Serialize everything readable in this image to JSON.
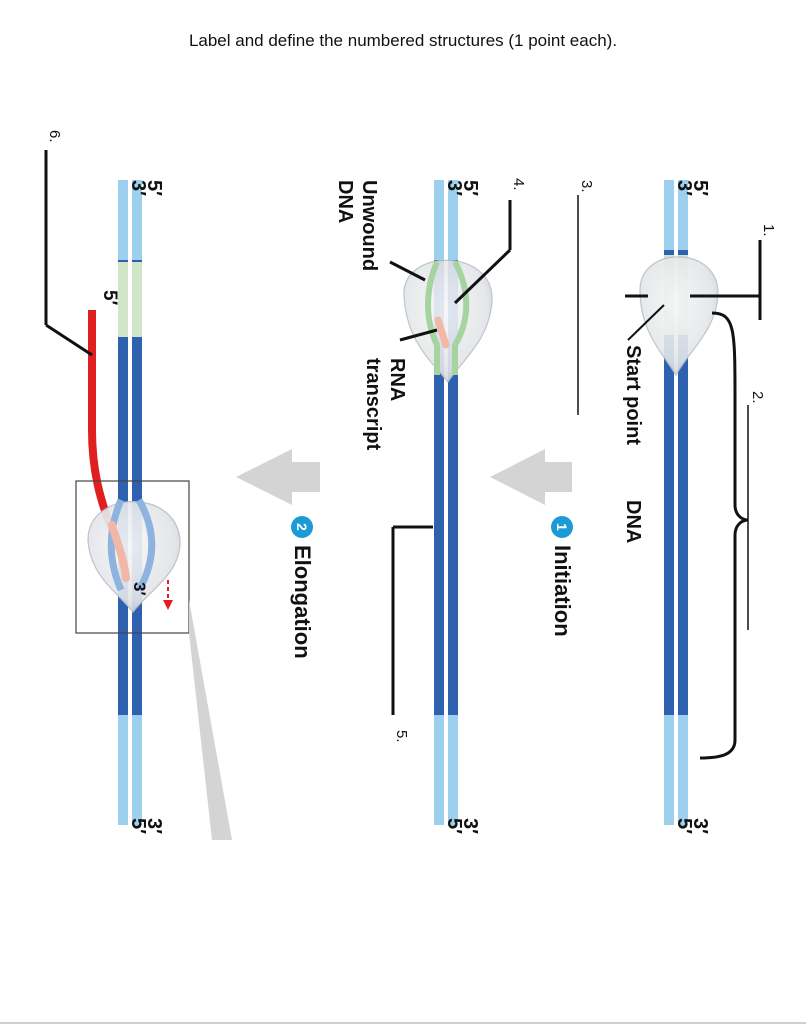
{
  "title": "Label and define the numbered structures  (1 point each).",
  "numbers": [
    "1.",
    "2.",
    "3.",
    "4.",
    "5.",
    "6."
  ],
  "strand_ends": {
    "five": "5′",
    "three": "3′"
  },
  "labels": {
    "start_point": "Start point",
    "dna": "DNA",
    "unwound_line1": "Unwound",
    "unwound_line2": "DNA",
    "rna_line1": "RNA",
    "rna_line2": "transcript"
  },
  "steps": [
    {
      "number": "1",
      "label": "Initiation"
    },
    {
      "number": "2",
      "label": "Elongation"
    }
  ],
  "colors": {
    "dark_strand": "#2e62b0",
    "light_strand": "#9dd0ee",
    "promoter_green": "#cfe6c8",
    "polymerase": "#e9ecef",
    "rna_pink": "#f2b7a6",
    "rna_red": "#e02020",
    "step_badge": "#1b9ad6",
    "arrow_gray": "#d4d4d4"
  }
}
